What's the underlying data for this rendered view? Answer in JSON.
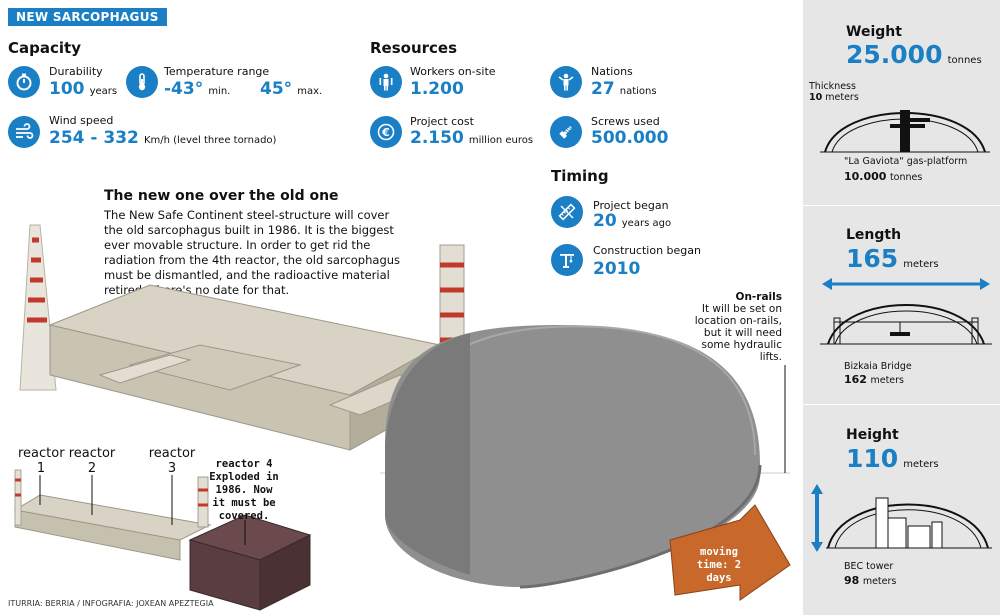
{
  "header": {
    "tag": "NEW SARCOPHAGUS"
  },
  "capacity": {
    "title": "Capacity",
    "durability": {
      "label": "Durability",
      "value": "100",
      "unit": "years",
      "icon": "stopwatch-icon"
    },
    "temperature": {
      "label": "Temperature range",
      "min_value": "-43°",
      "min_unit": "min.",
      "max_value": "45°",
      "max_unit": "max.",
      "icon": "thermometer-icon"
    },
    "wind": {
      "label": "Wind speed",
      "value": "254 - 332",
      "unit": "Km/h (level three tornado)",
      "icon": "wind-icon"
    }
  },
  "resources": {
    "title": "Resources",
    "workers": {
      "label": "Workers on-site",
      "value": "1.200",
      "icon": "workers-icon"
    },
    "nations": {
      "label": "Nations",
      "value": "27",
      "unit": "nations",
      "icon": "nations-icon"
    },
    "cost": {
      "label": "Project cost",
      "value": "2.150",
      "unit": "million euros",
      "icon": "euro-icon"
    },
    "screws": {
      "label": "Screws used",
      "value": "500.000",
      "icon": "screw-icon"
    }
  },
  "timing": {
    "title": "Timing",
    "began": {
      "label": "Project began",
      "value": "20",
      "unit": "years ago",
      "icon": "ruler-icon"
    },
    "construction": {
      "label": "Construction began",
      "value": "2010",
      "icon": "crane-icon"
    }
  },
  "story": {
    "title": "The new one over the old one",
    "text": "The New Safe Continent steel-structure will cover the old sarcophagus built in 1986. It is the biggest ever movable structure. In order to get rid the radiation from the 4th reactor, the old sarcophagus must be dismantled, and the radioactive material retired. There's no date for that."
  },
  "illustration": {
    "onrails_title": "On-rails",
    "onrails_text": "It will be set on location on-rails, but it will need some hydraulic lifts.",
    "reactor1": "reactor 1",
    "reactor2": "reactor 2",
    "reactor3": "reactor 3",
    "reactor4": "reactor 4 Exploded in 1986. Now it must be covered.",
    "moving": "moving time: 2 days",
    "credits": "ITURRIA: BERRIA / INFOGRAFIA: JOXEAN APEZTEGIA"
  },
  "sidebar": {
    "weight": {
      "title": "Weight",
      "value": "25.000",
      "unit": "tonnes",
      "thickness_label": "Thickness",
      "thickness_value": "10",
      "thickness_unit": "meters",
      "compare_label": "\"La Gaviota\" gas-platform",
      "compare_value": "10.000",
      "compare_unit": "tonnes"
    },
    "length": {
      "title": "Length",
      "value": "165",
      "unit": "meters",
      "compare_label": "Bizkaia Bridge",
      "compare_value": "162",
      "compare_unit": "meters"
    },
    "height": {
      "title": "Height",
      "value": "110",
      "unit": "meters",
      "compare_label": "BEC tower",
      "compare_value": "98",
      "compare_unit": "meters"
    }
  },
  "colors": {
    "accent": "#1a7fc4",
    "panel": "#e6e6e6",
    "arrow": "#c8682a"
  }
}
